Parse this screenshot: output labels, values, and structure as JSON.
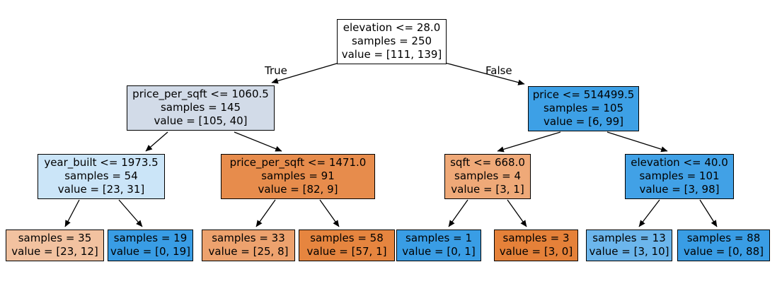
{
  "figure": {
    "background": "#ffffff",
    "true_label": "True",
    "false_label": "False"
  },
  "tree": {
    "nodes": [
      {
        "name": "root",
        "condition": "elevation <= 28.0",
        "samples": "samples = 250",
        "value": "value = [111, 139]",
        "fill": "#ffffff"
      },
      {
        "name": "node-price-per-sqft-1060",
        "condition": "price_per_sqft <= 1060.5",
        "samples": "samples = 145",
        "value": "value = [105, 40]",
        "fill": "#d2dbe8"
      },
      {
        "name": "node-price-514499",
        "condition": "price <= 514499.5",
        "samples": "samples = 105",
        "value": "value = [6, 99]",
        "fill": "#3da0e6"
      },
      {
        "name": "node-year-built-1973",
        "condition": "year_built <= 1973.5",
        "samples": "samples = 54",
        "value": "value = [23, 31]",
        "fill": "#cbe5f8"
      },
      {
        "name": "node-price-per-sqft-1471",
        "condition": "price_per_sqft <= 1471.0",
        "samples": "samples = 91",
        "value": "value = [82, 9]",
        "fill": "#e78c4c"
      },
      {
        "name": "node-sqft-668",
        "condition": "sqft <= 668.0",
        "samples": "samples = 4",
        "value": "value = [3, 1]",
        "fill": "#efa978"
      },
      {
        "name": "node-elevation-40",
        "condition": "elevation <= 40.0",
        "samples": "samples = 101",
        "value": "value = [3, 98]",
        "fill": "#41a1e6"
      },
      {
        "name": "leaf-1",
        "samples": "samples = 35",
        "value": "value = [23, 12]",
        "fill": "#f2c2a0"
      },
      {
        "name": "leaf-2",
        "samples": "samples = 19",
        "value": "value = [0, 19]",
        "fill": "#399de5"
      },
      {
        "name": "leaf-3",
        "samples": "samples = 33",
        "value": "value = [25, 8]",
        "fill": "#eda26e"
      },
      {
        "name": "leaf-4",
        "samples": "samples = 58",
        "value": "value = [57, 1]",
        "fill": "#e6853f"
      },
      {
        "name": "leaf-5",
        "samples": "samples = 1",
        "value": "value = [0, 1]",
        "fill": "#399de5"
      },
      {
        "name": "leaf-6",
        "samples": "samples = 3",
        "value": "value = [3, 0]",
        "fill": "#e58139"
      },
      {
        "name": "leaf-7",
        "samples": "samples = 13",
        "value": "value = [3, 10]",
        "fill": "#6cb6ec"
      },
      {
        "name": "leaf-8",
        "samples": "samples = 88",
        "value": "value = [0, 88]",
        "fill": "#399de5"
      }
    ]
  }
}
